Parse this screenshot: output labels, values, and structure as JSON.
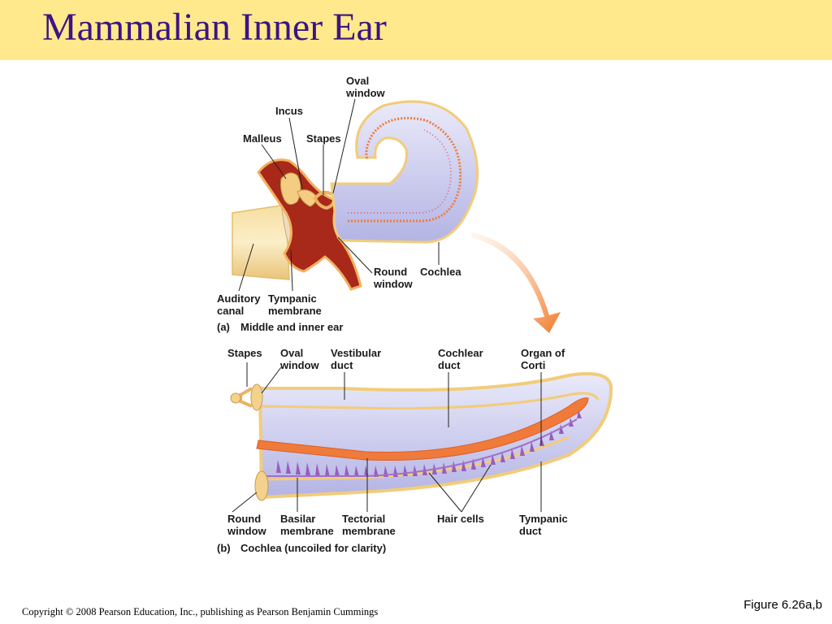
{
  "slide": {
    "title": "Mammalian Inner Ear",
    "figure_label": "Figure 6.26a,b",
    "copyright": "Copyright © 2008 Pearson Education, Inc., publishing as Pearson Benjamin Cummings"
  },
  "diagram_a": {
    "oval_window": [
      "Oval",
      "window"
    ],
    "incus": "Incus",
    "malleus": "Malleus",
    "stapes": "Stapes",
    "round_window": [
      "Round",
      "window"
    ],
    "cochlea": "Cochlea",
    "auditory_canal": [
      "Auditory",
      "canal"
    ],
    "tympanic_membrane": [
      "Tympanic",
      "membrane"
    ],
    "panel_letter": "(a)",
    "caption": "Middle and inner ear"
  },
  "diagram_b": {
    "stapes": "Stapes",
    "oval_window": [
      "Oval",
      "window"
    ],
    "vestibular_duct": [
      "Vestibular",
      "duct"
    ],
    "cochlear_duct": [
      "Cochlear",
      "duct"
    ],
    "organ_of_corti": [
      "Organ of",
      "Corti"
    ],
    "round_window": [
      "Round",
      "window"
    ],
    "basilar_membrane": [
      "Basilar",
      "membrane"
    ],
    "tectorial_membrane": [
      "Tectorial",
      "membrane"
    ],
    "hair_cells": "Hair cells",
    "tympanic_duct": [
      "Tympanic",
      "duct"
    ],
    "panel_letter": "(b)",
    "caption": "Cochlea (uncoiled for clarity)"
  },
  "colors": {
    "title_bar": "#ffe98c",
    "title_text": "#3b1485",
    "duct_fill": "#c6c6ec",
    "duct_edge": "#f2cc7a",
    "tissue": "#a8281a",
    "membrane": "#f07a3a",
    "hair_cells": "#9a5cc0",
    "arrow": "#f08a3a"
  }
}
